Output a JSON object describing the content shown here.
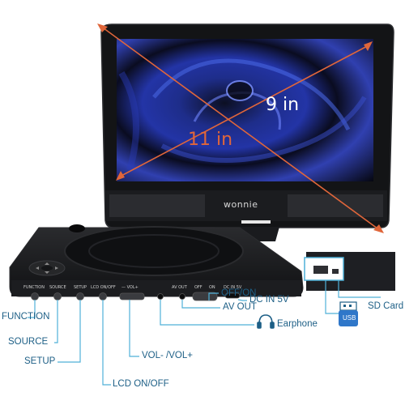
{
  "product": {
    "brand": "wonnie",
    "diag_screen": "9 in",
    "diag_device": "11 in",
    "colors": {
      "accent": "#e0663a",
      "label": "#1d5f86",
      "leader": "#4fb0d8",
      "body": "#151618"
    }
  },
  "ports": {
    "printed": [
      "FUNCTION",
      "SOURCE",
      "SETUP",
      "LCD ON/OFF",
      "— VOL+",
      "AV OUT",
      "OFF",
      "ON",
      "DC IN 5V"
    ]
  },
  "callouts": {
    "function": "FUNCTION",
    "source": "SOURCE",
    "setup": "SETUP",
    "lcd": "LCD ON/OFF",
    "vol": "VOL- /VOL+",
    "earphone": "Earphone",
    "avout": "AV OUT",
    "offon": "OFF/ON",
    "dcin": "DC IN 5V",
    "sdcard": "SD Card",
    "usb": "USB"
  },
  "icons": {
    "earphone": "headphones-icon",
    "usb": "usb-drive-icon"
  }
}
